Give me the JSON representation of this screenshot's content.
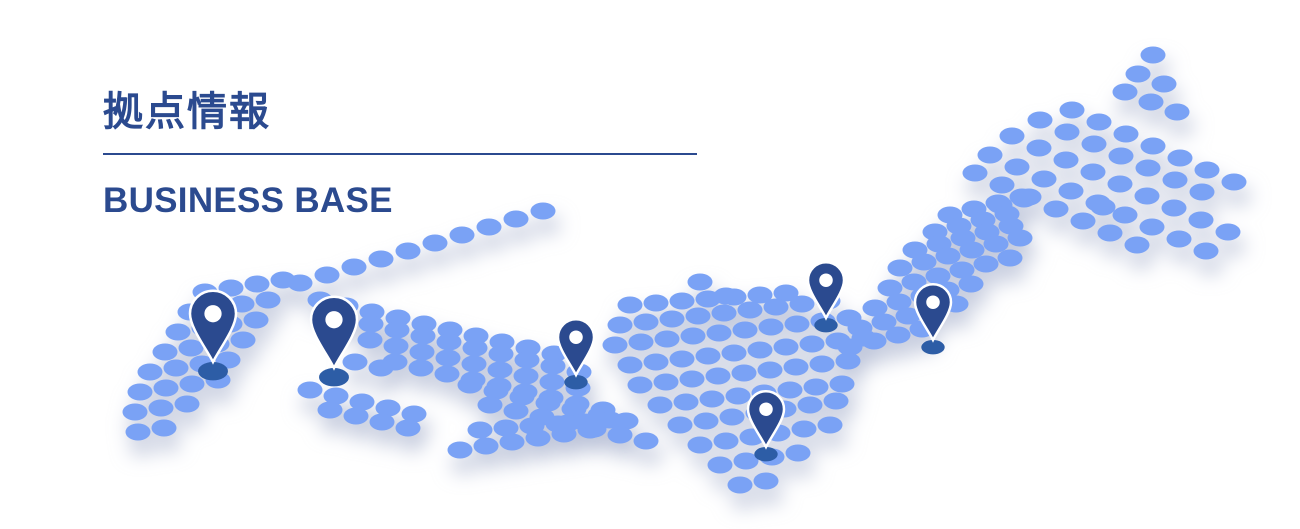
{
  "header": {
    "title_jp": "拠点情報",
    "title_en": "BUSINESS BASE"
  },
  "colors": {
    "heading": "#2b4a8f",
    "rule": "#2b4a8f",
    "dot": "#7aa2f5",
    "dot_shadow": "#b7bfd6",
    "pin": "#2b4a8f",
    "pin_shadow": "#2d5da6",
    "pin_center": "#ffffff"
  },
  "map": {
    "description_icon": "japan-dot-map",
    "pin_count": 6
  }
}
